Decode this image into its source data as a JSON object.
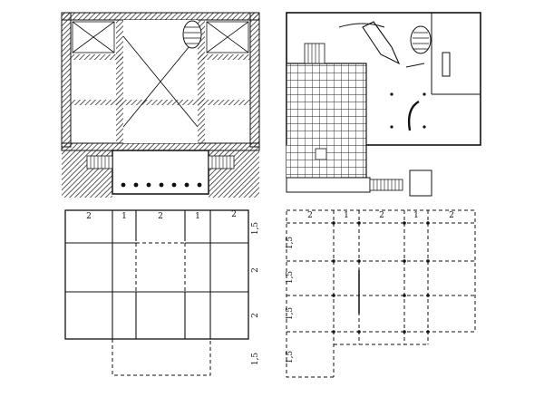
{
  "figure": {
    "villa_grid": {
      "widths": [
        "2",
        "1",
        "2",
        "1",
        "2"
      ],
      "heights": [
        "1,5",
        "2",
        "2",
        "1,5"
      ]
    },
    "villa_stein_grid": {
      "widths": [
        "2",
        "1",
        "2",
        "1",
        "2"
      ],
      "heights": [
        "1,5",
        "1,5",
        "1,5",
        "1,5"
      ]
    }
  },
  "colors": {
    "ink": "#111111",
    "hatch": "#333333",
    "paper": "#ffffff"
  }
}
